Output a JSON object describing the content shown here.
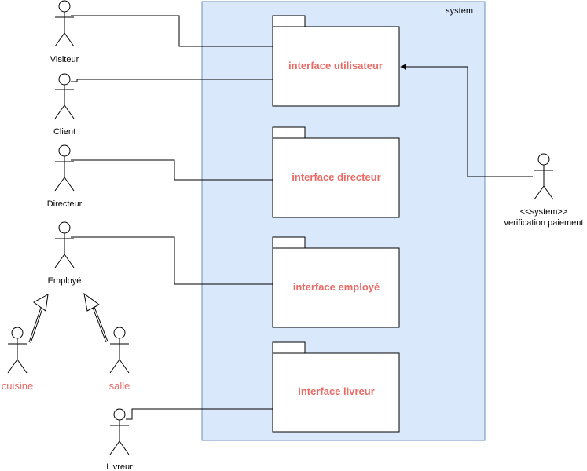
{
  "system": {
    "label": "system",
    "fill": "#dae8fc",
    "stroke": "#6c8ebf"
  },
  "packages": [
    {
      "id": "utilisateur",
      "label": "interface utilisateur"
    },
    {
      "id": "directeur",
      "label": "interface directeur"
    },
    {
      "id": "employe",
      "label": "interface employé"
    },
    {
      "id": "livreur",
      "label": "interface livreur"
    }
  ],
  "actors": {
    "visiteur": {
      "label": "Visiteur"
    },
    "client": {
      "label": "Client"
    },
    "directeur": {
      "label": "Directeur"
    },
    "employe": {
      "label": "Employé"
    },
    "cuisine": {
      "label": "cuisine"
    },
    "salle": {
      "label": "salle"
    },
    "livreur": {
      "label": "Livreur"
    },
    "paiement": {
      "stereotype": "<<system>>",
      "label": "verification paiement"
    }
  },
  "colors": {
    "label_accent": "#ea6b66"
  }
}
